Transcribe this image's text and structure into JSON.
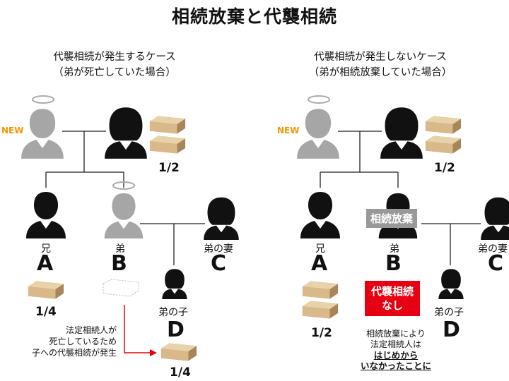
{
  "title": "相続放棄と代襲相続",
  "left": {
    "heading_line1": "代襲相続が発生するケース",
    "heading_line2": "（弟が死亡していた場合）",
    "new_label": "NEW",
    "spouse_share": "1/2",
    "a_role": "兄",
    "a_letter": "A",
    "a_share": "1/4",
    "b_role": "弟",
    "b_letter": "B",
    "c_role": "弟の妻",
    "c_letter": "C",
    "d_role": "弟の子",
    "d_letter": "D",
    "d_share": "1/4",
    "note_line1": "法定相続人が",
    "note_line2": "死亡しているため",
    "note_line3": "子への代襲相続が発生"
  },
  "right": {
    "heading_line1": "代襲相続が発生しないケース",
    "heading_line2": "（弟が相続放棄していた場合）",
    "new_label": "NEW",
    "spouse_share": "1/2",
    "a_role": "兄",
    "a_letter": "A",
    "a_share": "1/2",
    "b_badge": "相続放棄",
    "b_role": "弟",
    "b_letter": "B",
    "c_role": "弟の妻",
    "c_letter": "C",
    "d_role": "弟の子",
    "d_letter": "D",
    "red_line1": "代襲相続",
    "red_line2": "なし",
    "note_line1": "相続放棄により",
    "note_line2": "法定相続人は",
    "note_line3": "はじめから",
    "note_line4": "いなかったことに"
  },
  "colors": {
    "new": "#f39800",
    "arrow": "#e60012",
    "red_box": "#e60012",
    "deceased": "#a6a6a6",
    "money": "#d9b98a"
  },
  "icons": [
    "halo-icon",
    "person-icon",
    "money-bundle-icon"
  ]
}
